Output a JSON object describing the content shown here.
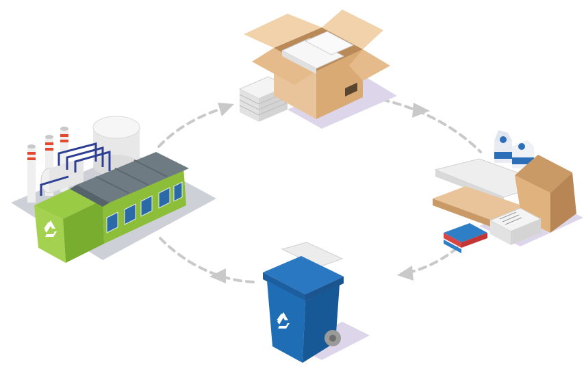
{
  "colors": {
    "background": "#ffffff",
    "arrow": "#c9c9c9",
    "shadow": "#ddd6ea",
    "cardboard": "#e9c49a",
    "cardboard_dark": "#c99a66",
    "paper": "#f4f4f4",
    "factory_green": "#8cbe3a",
    "factory_roof": "#6e7b82",
    "bin_blue": "#1f6eb5",
    "bin_blue_dark": "#175996"
  },
  "nodes": [
    {
      "name": "cardboard-box-with-paper",
      "icon": "box-icon"
    },
    {
      "name": "paper-products",
      "icon": "paper-products-icon"
    },
    {
      "name": "recycling-bin",
      "icon": "recycle-bin-icon"
    },
    {
      "name": "recycling-factory",
      "icon": "factory-icon"
    }
  ],
  "cycle_direction": "clockwise"
}
